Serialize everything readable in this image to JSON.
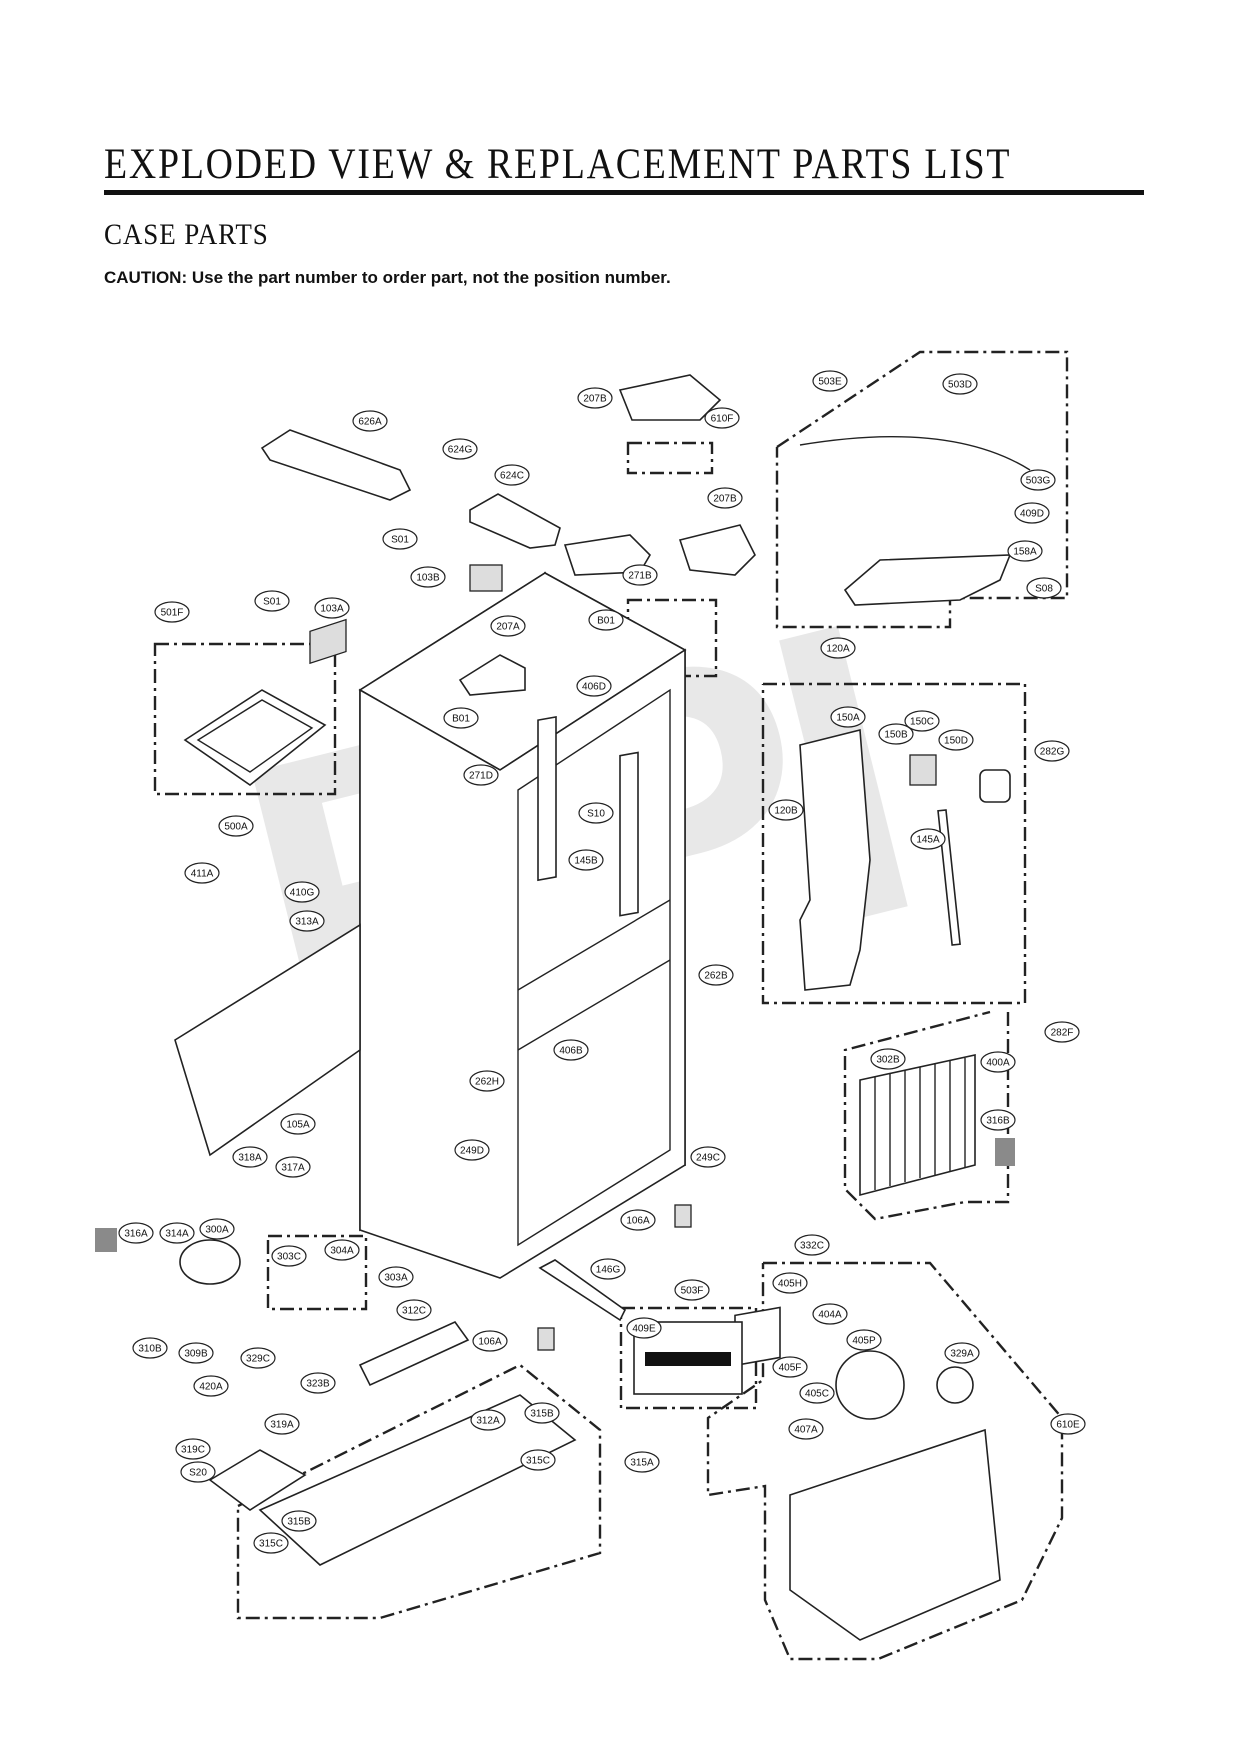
{
  "header": {
    "title": "EXPLODED VIEW & REPLACEMENT PARTS LIST",
    "subtitle": "CASE PARTS",
    "caution_lead": "CAUTION:",
    "caution_text": " Use the part number to order part, not the position number."
  },
  "watermark": "RPI",
  "callouts": [
    "207B",
    "610F",
    "503E",
    "503D",
    "626A",
    "624G",
    "624C",
    "207B",
    "503G",
    "409D",
    "S01",
    "103B",
    "158A",
    "S08",
    "271B",
    "S01",
    "103A",
    "501F",
    "B01",
    "207A",
    "406D",
    "120A",
    "150A",
    "150C",
    "150B",
    "150D",
    "282G",
    "B01",
    "271D",
    "S10",
    "120B",
    "145A",
    "500A",
    "145B",
    "411A",
    "410G",
    "313A",
    "262B",
    "282F",
    "406B",
    "302B",
    "400A",
    "262H",
    "316B",
    "105A",
    "249D",
    "249C",
    "318A",
    "317A",
    "106A",
    "316A",
    "314A",
    "300A",
    "332C",
    "304A",
    "303C",
    "303A",
    "146G",
    "405H",
    "503F",
    "312C",
    "404A",
    "409E",
    "106A",
    "405P",
    "310B",
    "309B",
    "329C",
    "405F",
    "329A",
    "420A",
    "323B",
    "405C",
    "319A",
    "312A",
    "315B",
    "407A",
    "610E",
    "319C",
    "315C",
    "315A",
    "S20",
    "315B",
    "315C"
  ]
}
